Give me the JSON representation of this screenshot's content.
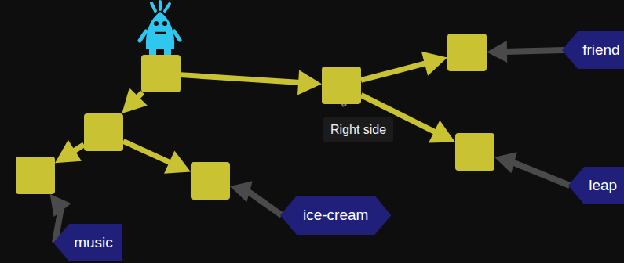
{
  "diagram": {
    "nodes": [
      {
        "text": []
      },
      {
        "text": []
      },
      {
        "text": [
          "friend"
        ]
      },
      {
        "text": []
      },
      {
        "text": [
          "Right side"
        ]
      },
      {
        "text": []
      },
      {
        "text": []
      },
      {
        "text": []
      },
      {
        "text": []
      },
      {
        "text": [
          "leap"
        ]
      },
      {
        "text": [
          "ice-cream"
        ]
      },
      {
        "text": [
          "music"
        ]
      }
    ],
    "edges": [
      {
        "from": 0,
        "to": 3,
        "arrow": "to"
      },
      {
        "from": 0,
        "to": 5,
        "arrow": "to"
      },
      {
        "from": 3,
        "to": 1,
        "arrow": "to"
      },
      {
        "from": 3,
        "to": 6,
        "arrow": "to"
      },
      {
        "from": 5,
        "to": 7,
        "arrow": "to"
      },
      {
        "from": 5,
        "to": 8,
        "arrow": "to"
      },
      {
        "from": 2,
        "to": 1,
        "arrow": "to"
      },
      {
        "from": 9,
        "to": 6,
        "arrow": "to"
      },
      {
        "from": 10,
        "to": 8,
        "arrow": "to"
      },
      {
        "from": 11,
        "to": 7,
        "arrow": "to"
      }
    ]
  }
}
